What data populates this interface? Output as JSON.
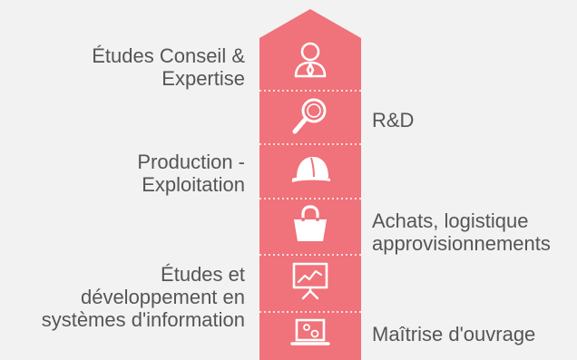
{
  "colors": {
    "background": "#f2f2f2",
    "arrow": "#f0727a",
    "icon": "#ffffff",
    "divider": "#ffffff",
    "text": "#555555"
  },
  "steps": [
    {
      "label": "Études Conseil &\nExpertise",
      "side": "left",
      "icon": "person-icon"
    },
    {
      "label": "R&D",
      "side": "right",
      "icon": "magnifier-icon"
    },
    {
      "label": "Production -\nExploitation",
      "side": "left",
      "icon": "hard-hat-icon"
    },
    {
      "label": "Achats, logistique\napprovisionnements",
      "side": "right",
      "icon": "shopping-bag-icon"
    },
    {
      "label": "Études et\ndéveloppement en\nsystèmes d'information",
      "side": "left",
      "icon": "chart-board-icon"
    },
    {
      "label": "Maîtrise d'ouvrage",
      "side": "right",
      "icon": "laptop-gears-icon"
    }
  ]
}
